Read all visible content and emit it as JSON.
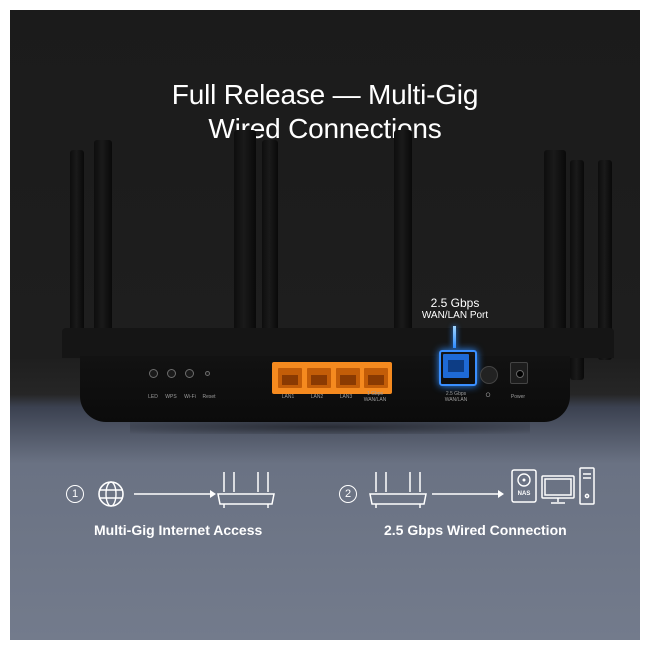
{
  "headline": {
    "line1": "Full Release  — Multi-Gig",
    "line2": "Wired Connections"
  },
  "router": {
    "buttons": [
      "LED",
      "WPS",
      "Wi-Fi",
      "Reset"
    ],
    "lan_ports": [
      "LAN1",
      "LAN2",
      "LAN3",
      "1 Gbps WAN/LAN"
    ],
    "wan_port_label": "2.5 Gbps WAN/LAN",
    "reset_symbol": "⭘",
    "power_label": "Power"
  },
  "callout": {
    "line1": "2.5 Gbps",
    "line2": "WAN/LAN Port"
  },
  "features": [
    {
      "number": "①",
      "label": "Multi-Gig Internet Access",
      "icons": [
        "globe-icon",
        "arrow-icon",
        "router-icon"
      ]
    },
    {
      "number": "②",
      "label": "2.5 Gbps Wired Connection",
      "icons": [
        "router-icon",
        "arrow-icon",
        "nas-icon",
        "computer-icon"
      ]
    }
  ],
  "nas_text": "NAS",
  "colors": {
    "lan_orange": "#f58a1f",
    "wan_blue": "#1e6ad6",
    "background_dark": "#1b1b1b",
    "background_slate": "#737b8c"
  }
}
